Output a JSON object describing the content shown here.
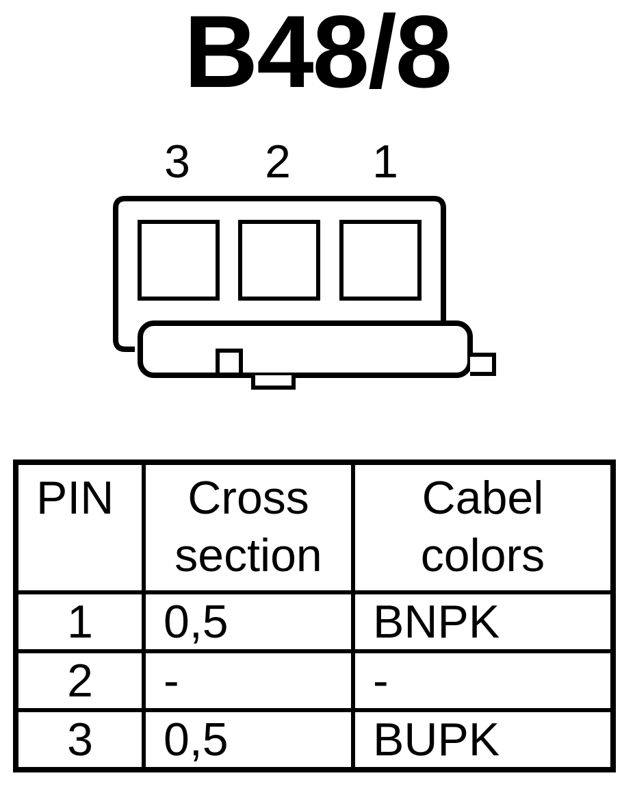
{
  "title": "B48/8",
  "connector": {
    "pin_labels": [
      "3",
      "2",
      "1"
    ]
  },
  "table": {
    "headers": {
      "pin": "PIN",
      "cross_section_line1": "Cross",
      "cross_section_line2": "section",
      "cable_colors_line1": "Cabel",
      "cable_colors_line2": "colors"
    },
    "rows": [
      {
        "pin": "1",
        "cross_section": "0,5",
        "color": "BNPK"
      },
      {
        "pin": "2",
        "cross_section": "-",
        "color": "-"
      },
      {
        "pin": "3",
        "cross_section": "0,5",
        "color": "BUPK"
      }
    ]
  }
}
